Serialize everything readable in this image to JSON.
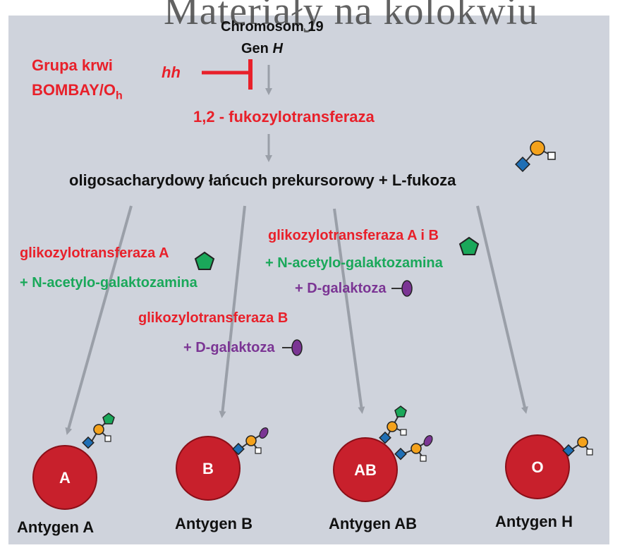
{
  "watermark": "Materiały na kolokwiu",
  "gene": {
    "chromosome": "Chromosom 19",
    "gene_prefix": "Gen",
    "gene_name": "H"
  },
  "bombay": {
    "line1": "Grupa krwi",
    "line2_main": "BOMBAY/O",
    "line2_sub": "h",
    "genotype": "hh"
  },
  "enzyme_h": "1,2 - fukozylotransferaza",
  "precursor": "oligosacharydowy łańcuch prekursorowy + L-fukoza",
  "branches": {
    "a": {
      "enzyme": "glikozylotransferaza A",
      "substrate": "+ N-acetylo-galaktozamina"
    },
    "b": {
      "enzyme": "glikozylotransferaza B",
      "substrate": "+ D-galaktoza"
    },
    "ab": {
      "enzyme": "glikozylotransferaza A i B",
      "substrate1": "+ N-acetylo-galaktozamina",
      "substrate2": "+ D-galaktoza"
    }
  },
  "cells": [
    {
      "label": "A",
      "antigen": "Antygen A"
    },
    {
      "label": "B",
      "antigen": "Antygen B"
    },
    {
      "label": "AB",
      "antigen": "Antygen AB"
    },
    {
      "label": "O",
      "antigen": "Antygen H"
    }
  ],
  "colors": {
    "background": "#cfd3dc",
    "enzyme_red": "#e8202a",
    "galnac_green": "#1aa85a",
    "galactose_purple": "#7b3594",
    "cell_red": "#c8202c",
    "arrow_gray": "#9a9fa8",
    "fucose_blue": "#1f6fb5",
    "gal_orange": "#f4a21c"
  }
}
